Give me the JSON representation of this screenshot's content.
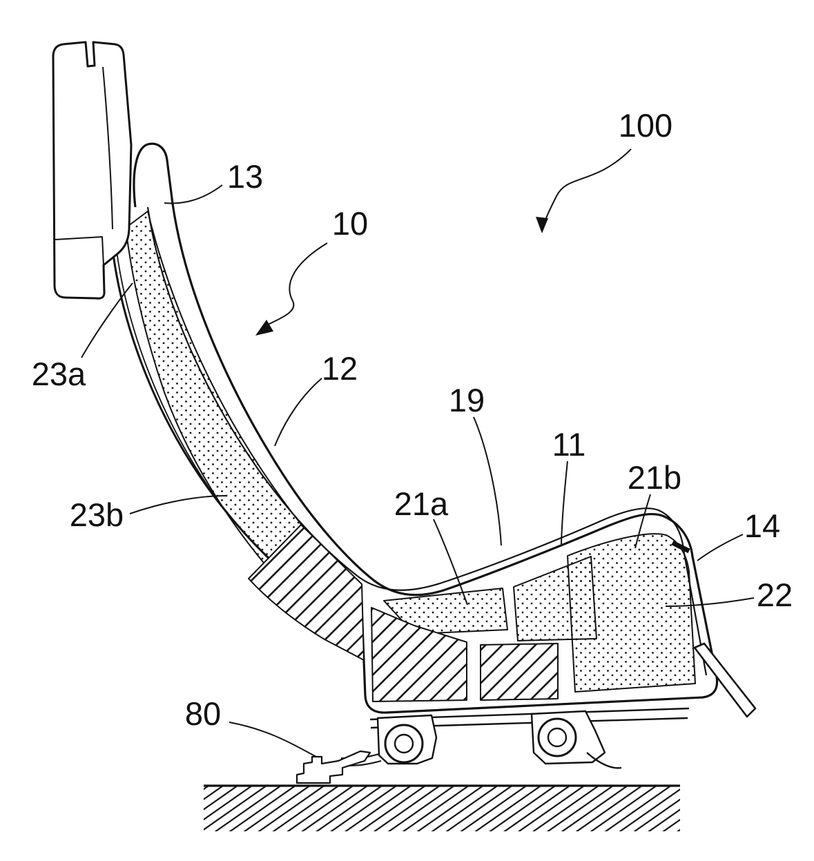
{
  "figure": {
    "kind": "patent-line-drawing",
    "subject": "vehicle-seat-side-view",
    "colors": {
      "ink": "#111111",
      "background": "#ffffff"
    },
    "labels": {
      "n100": "100",
      "n13": "13",
      "n10": "10",
      "n12": "12",
      "n19": "19",
      "n11": "11",
      "n21a": "21a",
      "n21b": "21b",
      "n14": "14",
      "n22": "22",
      "n23a": "23a",
      "n23b": "23b",
      "n80": "80"
    }
  }
}
